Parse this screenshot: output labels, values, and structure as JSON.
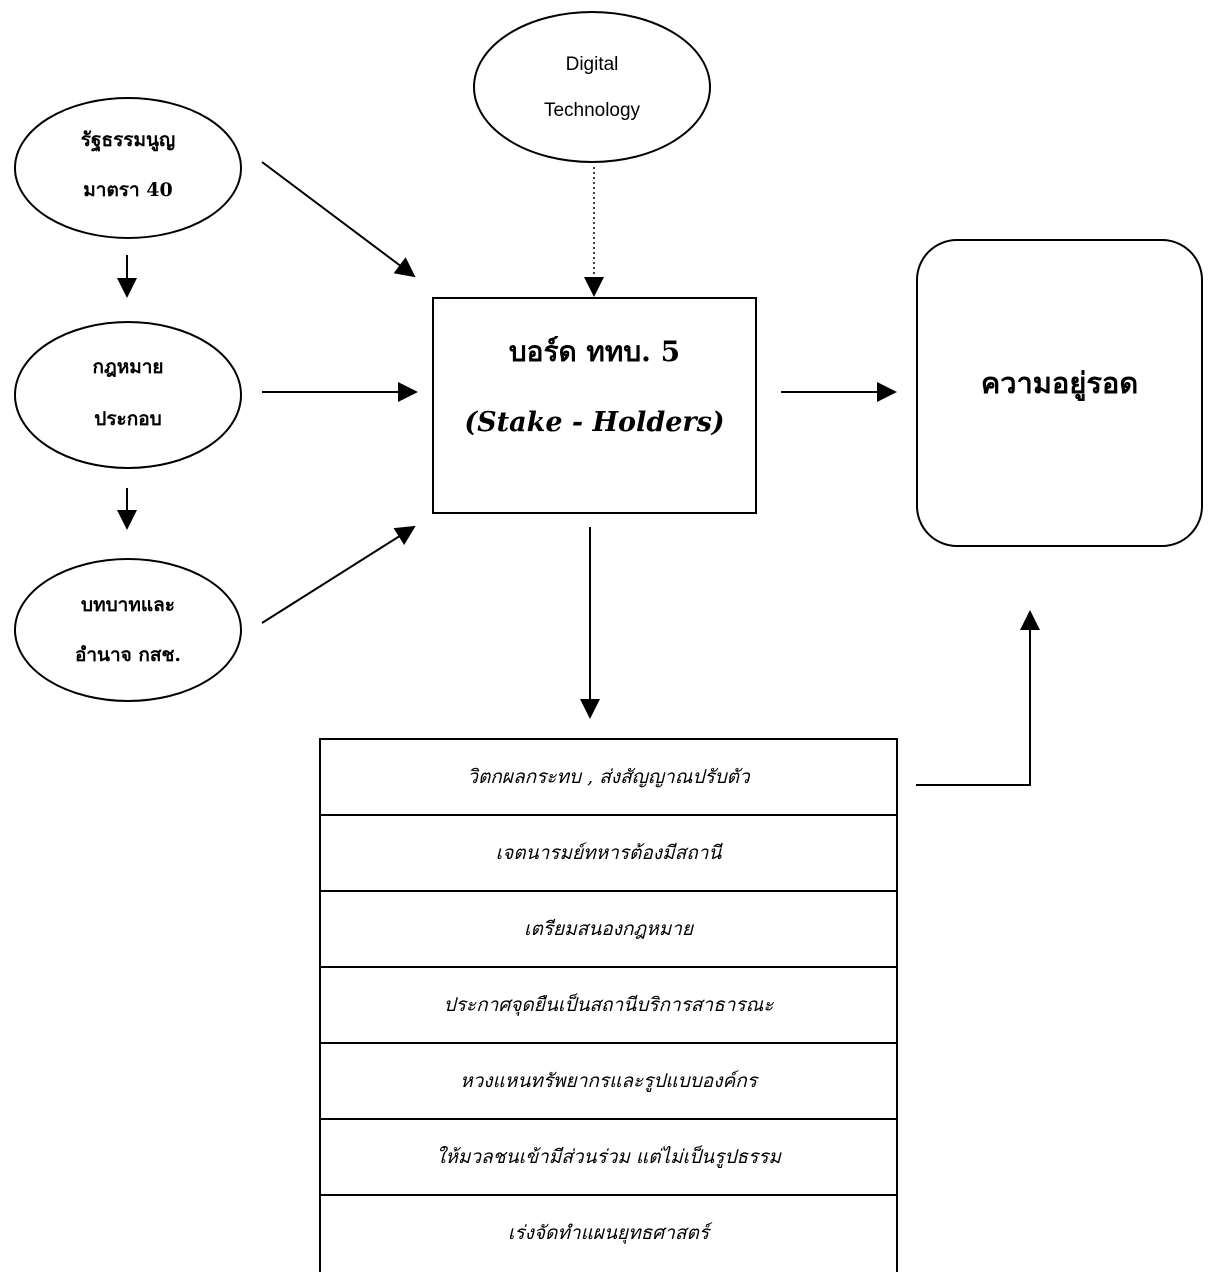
{
  "ovals": {
    "constitution": {
      "line1": "รัฐธรรมนูญ",
      "line2": "มาตรา 40"
    },
    "law": {
      "line1": "กฎหมาย",
      "line2": "ประกอบ"
    },
    "role": {
      "line1": "บทบาทและ",
      "line2": "อำนาจ กสช."
    },
    "digital": {
      "line1": "Digital",
      "line2": "Technology"
    }
  },
  "board": {
    "title": "บอร์ด ททบ. 5",
    "subtitle": "(Stake - Holders)"
  },
  "survival": {
    "label": "ความอยู่รอด"
  },
  "steps": [
    "วิตกผลกระทบ , ส่งสัญญาณปรับตัว",
    "เจตนารมย์ทหารต้องมีสถานี",
    "เตรียมสนองกฎหมาย",
    "ประกาศจุดยืนเป็นสถานีบริการสาธารณะ",
    "หวงแหนทรัพยากรและรูปแบบองค์กร",
    "ให้มวลชนเข้ามีส่วนร่วม แต่ไม่เป็นรูปธรรม",
    "เร่งจัดทำแผนยุทธศาสตร์"
  ]
}
